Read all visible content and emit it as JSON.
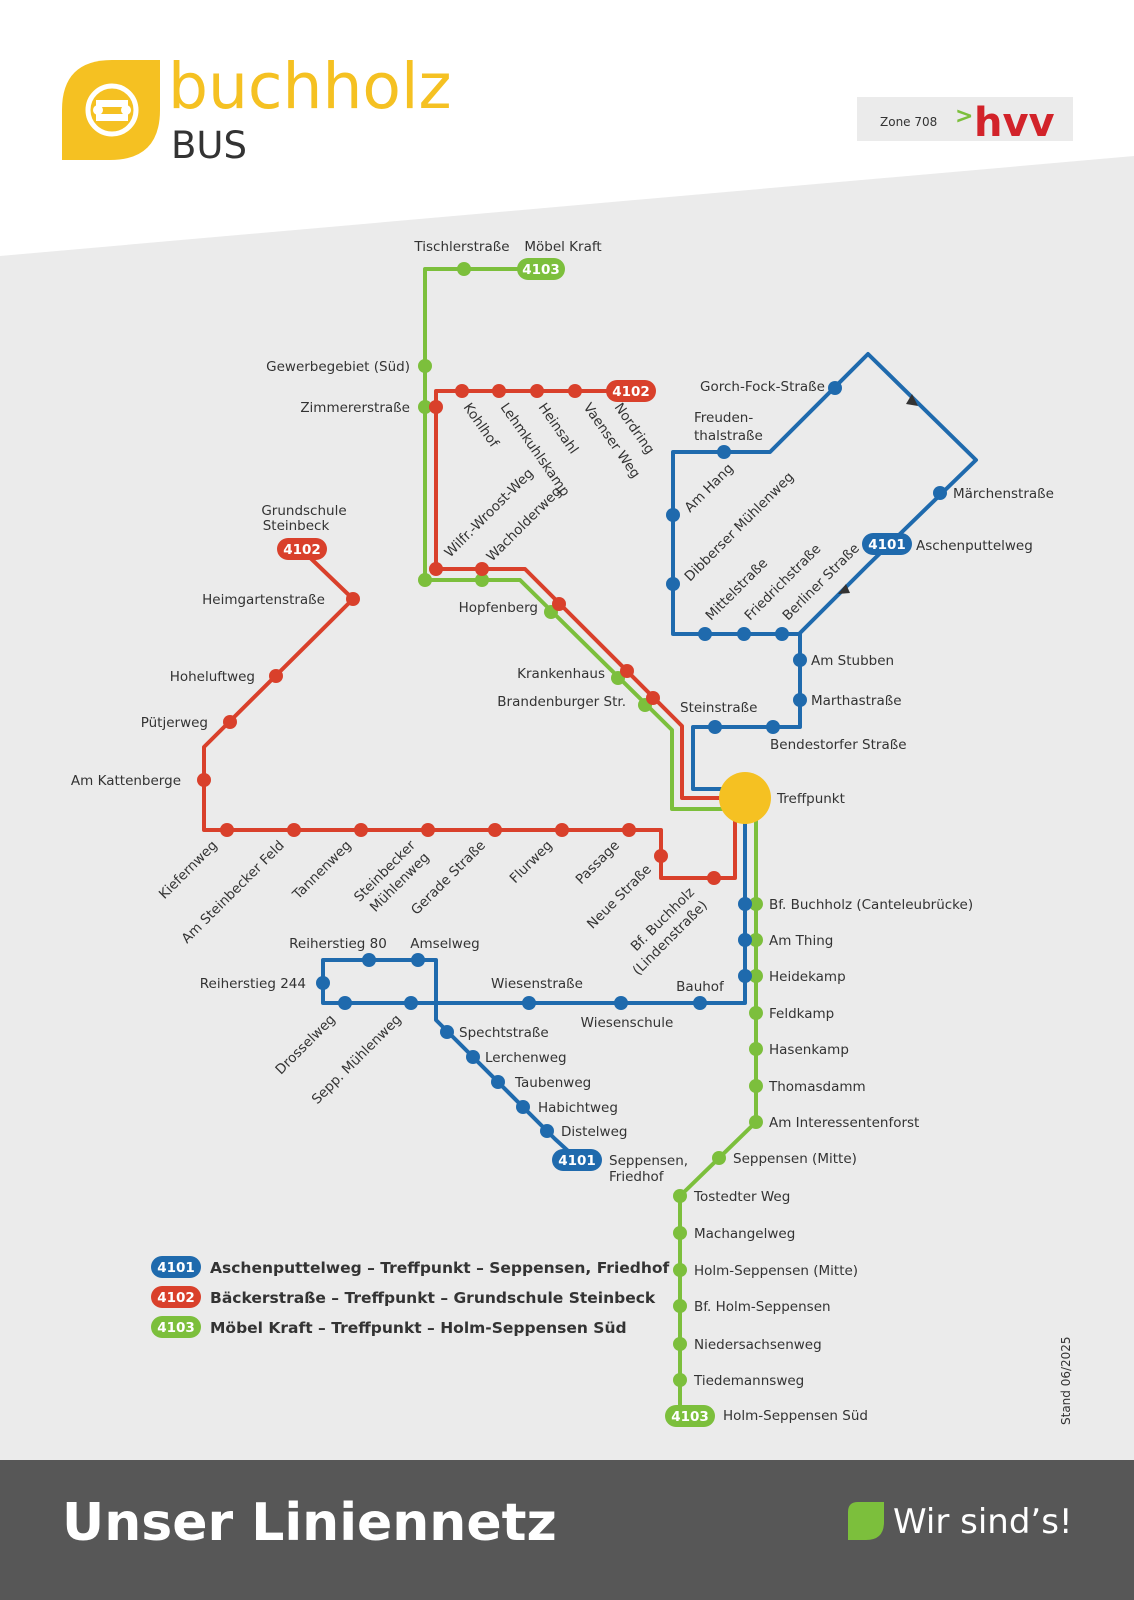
{
  "brand": {
    "name": "buchholz",
    "sub": "BUS",
    "zone": "Zone 708",
    "hvv": "hvv"
  },
  "footer": {
    "title": "Unser Liniennetz",
    "slogan": "Wir sind’s!"
  },
  "stand": "Stand 06/2025",
  "colors": {
    "line_4101": "#1f6aad",
    "line_4102": "#d9402b",
    "line_4103": "#7cbf3c",
    "hub": "#f5c122",
    "footer": "#575757",
    "map_bg": "#ebebeb"
  },
  "legend": [
    {
      "line": "4101",
      "text": "Aschenputtelweg – Treffpunkt – Seppensen, Friedhof"
    },
    {
      "line": "4102",
      "text": "Bäckerstraße – Treffpunkt – Grundschule Steinbeck"
    },
    {
      "line": "4103",
      "text": "Möbel Kraft – Treffpunkt – Holm-Seppensen Süd"
    }
  ],
  "hub_label": "Treffpunkt",
  "terminal_badges": [
    {
      "line": "4103",
      "at": "Möbel Kraft"
    },
    {
      "line": "4102",
      "at": "Nordring"
    },
    {
      "line": "4102",
      "at": "Grundschule Steinbeck"
    },
    {
      "line": "4101",
      "at": "Aschenputtelweg"
    },
    {
      "line": "4101",
      "at": "Seppensen, Friedhof"
    },
    {
      "line": "4103",
      "at": "Holm-Seppensen Süd"
    }
  ],
  "stops_4101": [
    "Gorch-Fock-Straße",
    "Freuden-",
    "thalstraße",
    "Märchenstraße",
    "Aschenputtelweg",
    "Am Hang",
    "Dibberser Mühlenweg",
    "Mittelstraße",
    "Friedrichstraße",
    "Berliner Straße",
    "Am Stubben",
    "Marthastraße",
    "Bendestorfer Straße",
    "Steinstraße",
    "Reiherstieg 80",
    "Amselweg",
    "Reiherstieg 244",
    "Drosselweg",
    "Sepp. Mühlenweg",
    "Wiesenstraße",
    "Wiesenschule",
    "Bauhof",
    "Spechtstraße",
    "Lerchenweg",
    "Taubenweg",
    "Habichtweg",
    "Distelweg",
    "Seppensen,",
    "Friedhof"
  ],
  "stops_4102": [
    "Kohlhof",
    "Lehmkuhlskamp",
    "Heinsahl",
    "Vaenser Weg",
    "Nordring",
    "Wilfr.-Wroost-Weg",
    "Grundschule",
    "Steinbeck",
    "Heimgartenstraße",
    "Hoheluftweg",
    "Pütjerweg",
    "Am Kattenberge",
    "Kiefernweg",
    "Am Steinbecker Feld",
    "Tannenweg",
    "Steinbecker",
    "Mühlenweg",
    "Gerade Straße",
    "Flurweg",
    "Passage",
    "Neue Straße",
    "Bf. Buchholz",
    "(Lindenstraße)"
  ],
  "stops_4103": [
    "Tischlerstraße",
    "Möbel Kraft",
    "Gewerbegebiet (Süd)",
    "Zimmererstraße",
    "Wacholderweg",
    "Hopfenberg",
    "Krankenhaus",
    "Brandenburger Str.",
    "Bf. Buchholz (Canteleubrücke)",
    "Am Thing",
    "Heidekamp",
    "Feldkamp",
    "Hasenkamp",
    "Thomasdamm",
    "Am Interessentenforst",
    "Seppensen (Mitte)",
    "Tostedter Weg",
    "Machangelweg",
    "Holm-Seppensen (Mitte)",
    "Bf. Holm-Seppensen",
    "Niedersachsenweg",
    "Tiedemannsweg",
    "Holm-Seppensen Süd"
  ]
}
